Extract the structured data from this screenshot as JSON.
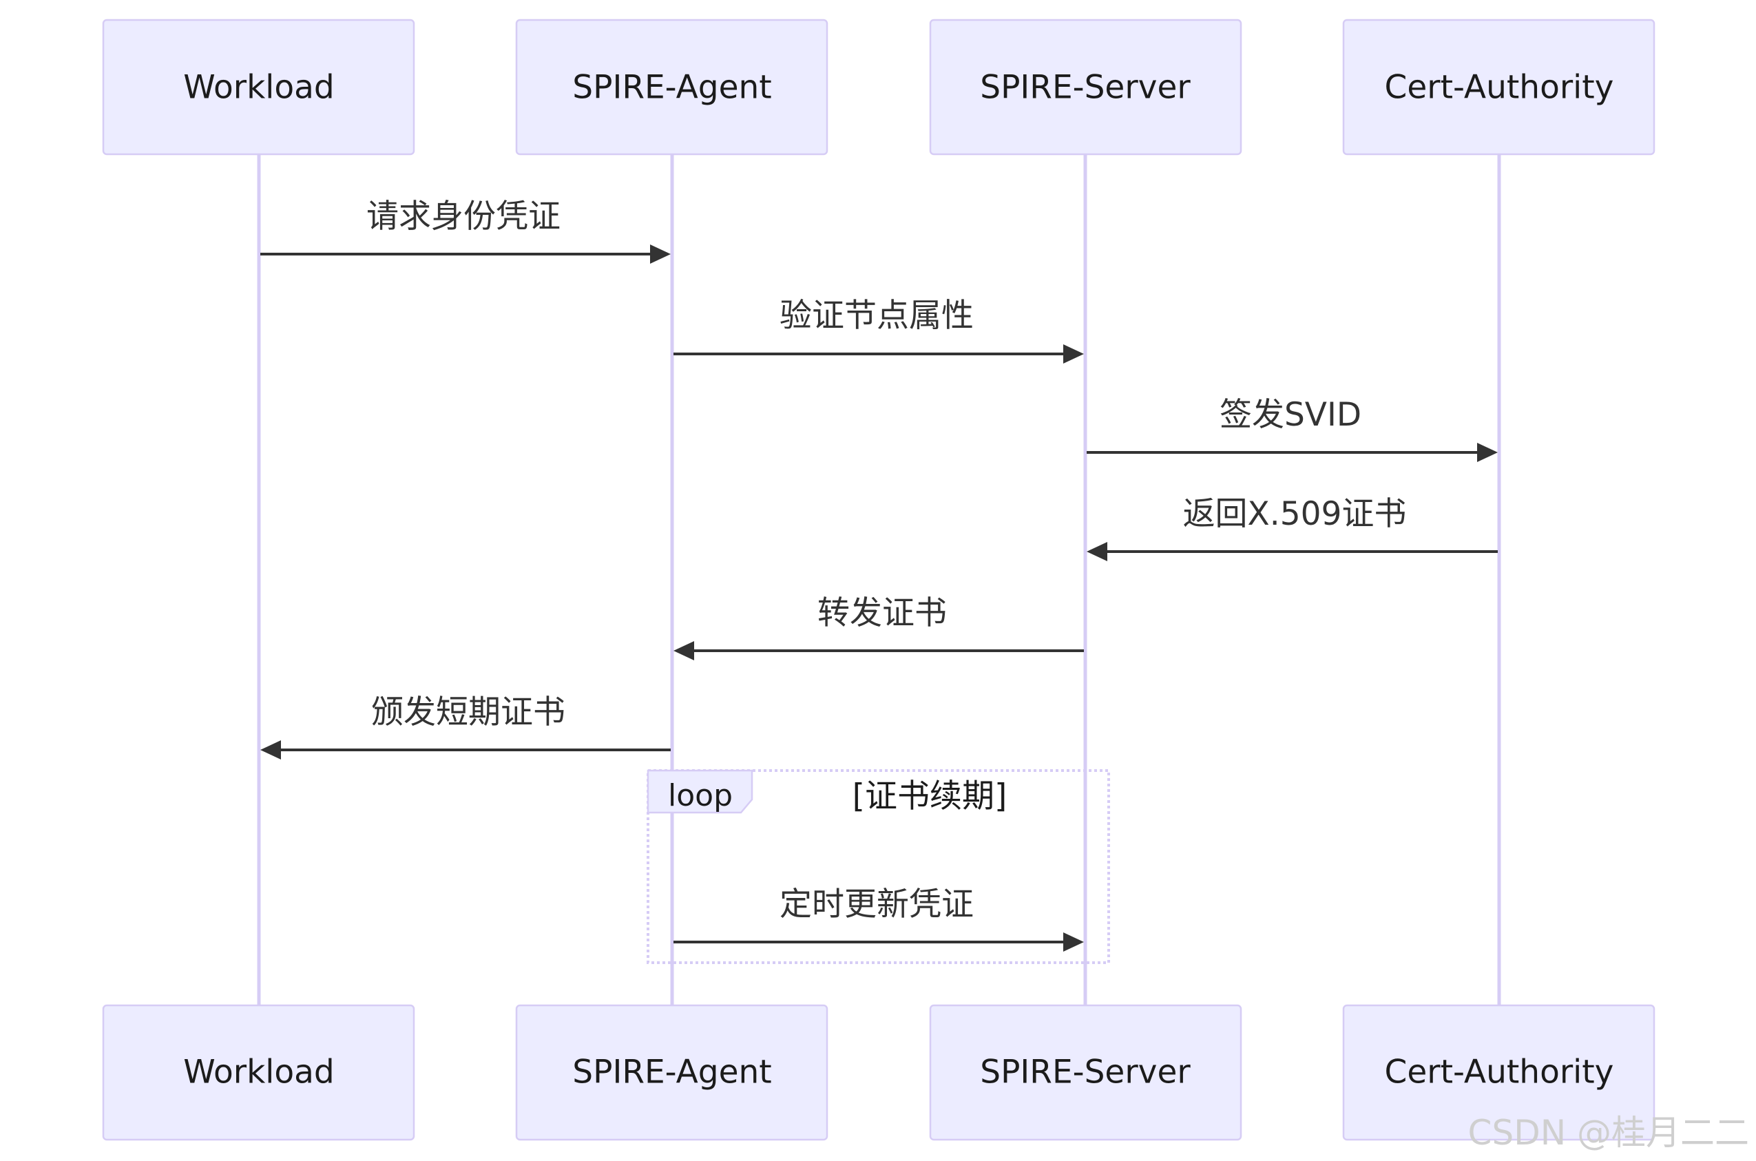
{
  "actors": [
    {
      "id": "workload",
      "label": "Workload"
    },
    {
      "id": "agent",
      "label": "SPIRE-Agent"
    },
    {
      "id": "server",
      "label": "SPIRE-Server"
    },
    {
      "id": "ca",
      "label": "Cert-Authority"
    }
  ],
  "messages": [
    {
      "from": "workload",
      "to": "agent",
      "label": "请求身份凭证"
    },
    {
      "from": "agent",
      "to": "server",
      "label": "验证节点属性"
    },
    {
      "from": "server",
      "to": "ca",
      "label": "签发SVID"
    },
    {
      "from": "ca",
      "to": "server",
      "label": "返回X.509证书"
    },
    {
      "from": "server",
      "to": "agent",
      "label": "转发证书"
    },
    {
      "from": "agent",
      "to": "workload",
      "label": "颁发短期证书"
    }
  ],
  "loop": {
    "label": "loop",
    "condition": "[证书续期]",
    "messages": [
      {
        "from": "agent",
        "to": "server",
        "label": "定时更新凭证"
      }
    ]
  },
  "watermark": "CSDN @桂月二二"
}
